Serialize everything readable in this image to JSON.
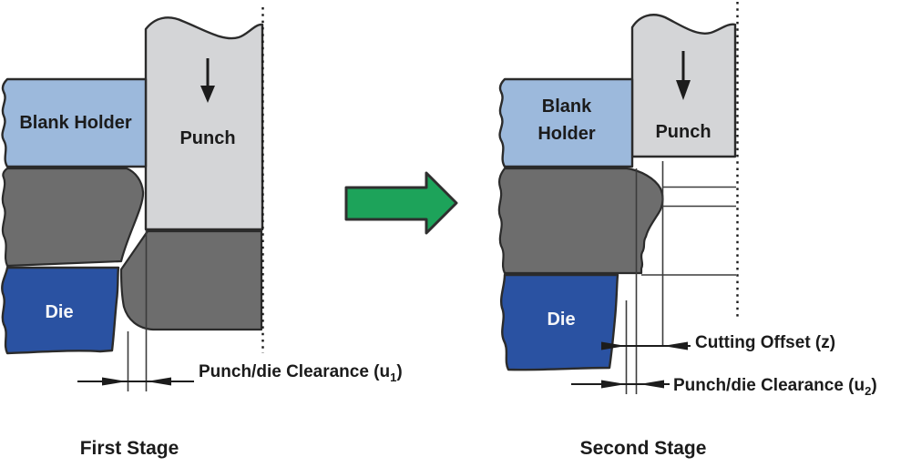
{
  "left_stage": {
    "caption": "First Stage",
    "blank_holder_label": "Blank Holder",
    "punch_label": "Punch",
    "die_label": "Die",
    "clearance_label": {
      "prefix": "Punch/die Clearance (u",
      "sub": "1",
      "suffix": ")"
    }
  },
  "right_stage": {
    "caption": "Second Stage",
    "blank_holder_label_line1": "Blank",
    "blank_holder_label_line2": "Holder",
    "punch_label": "Punch",
    "die_label": "Die",
    "cutting_offset_label": "Cutting Offset (z)",
    "clearance_label": {
      "prefix": "Punch/die Clearance (u",
      "sub": "2",
      "suffix": ")"
    }
  },
  "colors": {
    "blank_holder": "#9cb9dc",
    "punch": "#d4d5d7",
    "sheet_material": "#6d6d6d",
    "die": "#2a52a2",
    "transition_arrow": "#1da35a",
    "outline": "#2b2b2b"
  }
}
